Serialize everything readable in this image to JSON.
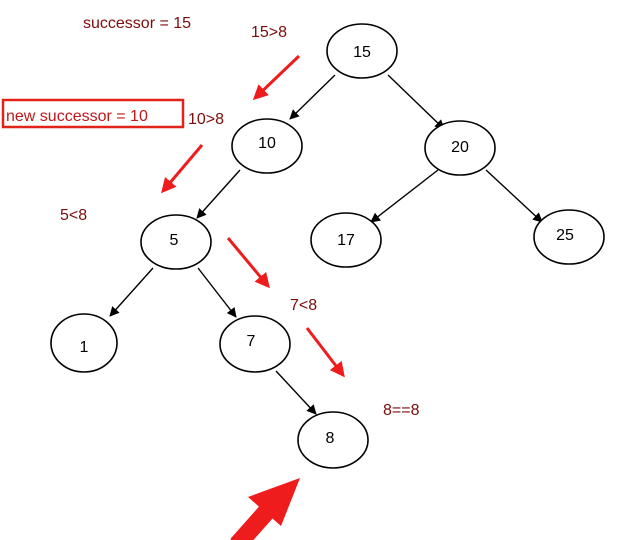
{
  "colors": {
    "note_text": "#7b0c0c",
    "box_text": "#c0171b",
    "box_border": "#e2231a",
    "red_arrow": "#ee1c1c",
    "tree_edge": "#000000"
  },
  "tree": {
    "nodes": [
      {
        "id": "n15",
        "value": "15"
      },
      {
        "id": "n10",
        "value": "10"
      },
      {
        "id": "n20",
        "value": "20"
      },
      {
        "id": "n5",
        "value": "5"
      },
      {
        "id": "n17",
        "value": "17"
      },
      {
        "id": "n25",
        "value": "25"
      },
      {
        "id": "n1",
        "value": "1"
      },
      {
        "id": "n7",
        "value": "7"
      },
      {
        "id": "n8",
        "value": "8"
      }
    ],
    "edges": [
      {
        "from": "15",
        "to": "10"
      },
      {
        "from": "15",
        "to": "20"
      },
      {
        "from": "10",
        "to": "5"
      },
      {
        "from": "20",
        "to": "17"
      },
      {
        "from": "20",
        "to": "25"
      },
      {
        "from": "5",
        "to": "1"
      },
      {
        "from": "5",
        "to": "7"
      },
      {
        "from": "7",
        "to": "8"
      }
    ]
  },
  "annotations": {
    "successor": "successor = 15",
    "new_successor": "new successor  = 10",
    "cmp_15": "15>8",
    "cmp_10": "10>8",
    "cmp_5": "5<8",
    "cmp_7": "7<8",
    "cmp_8": "8==8"
  }
}
